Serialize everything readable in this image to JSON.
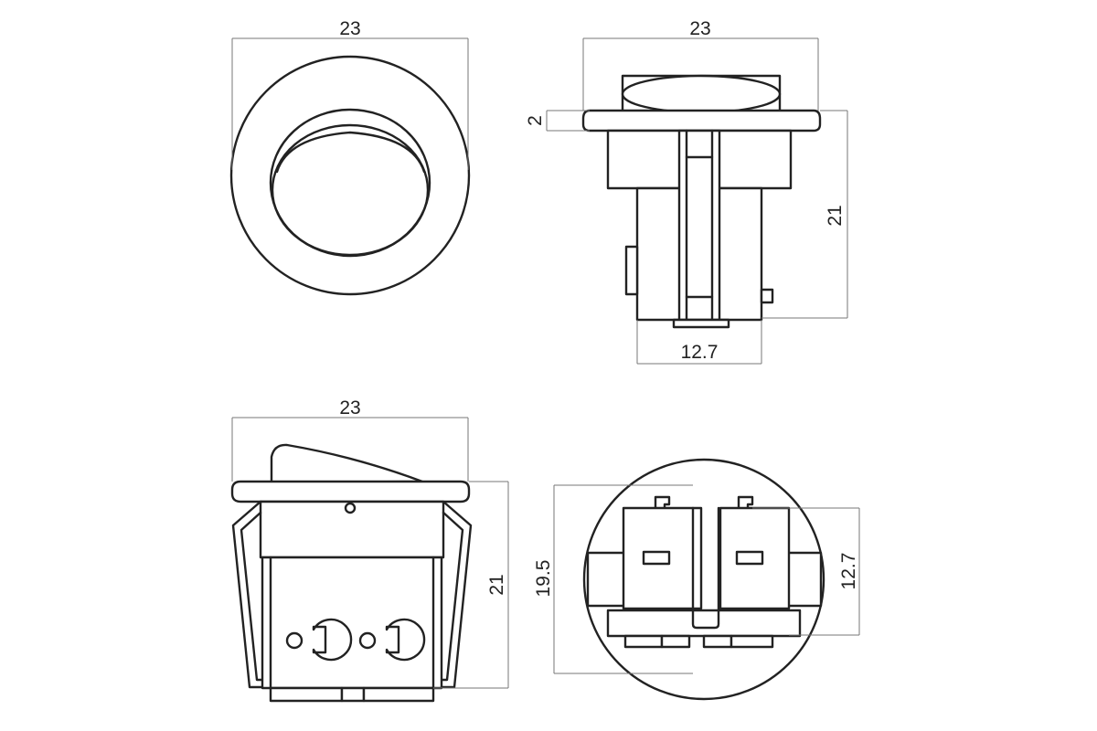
{
  "views": {
    "front": {
      "width": "23"
    },
    "side": {
      "width": "23",
      "bezel": "2",
      "height": "21",
      "body": "12.7"
    },
    "rocker": {
      "width": "23",
      "height": "21"
    },
    "bottom": {
      "height": "19.5",
      "terminal": "12.7"
    }
  },
  "colors": {
    "line": "#222222",
    "dimension": "#777777",
    "background": "#ffffff"
  }
}
